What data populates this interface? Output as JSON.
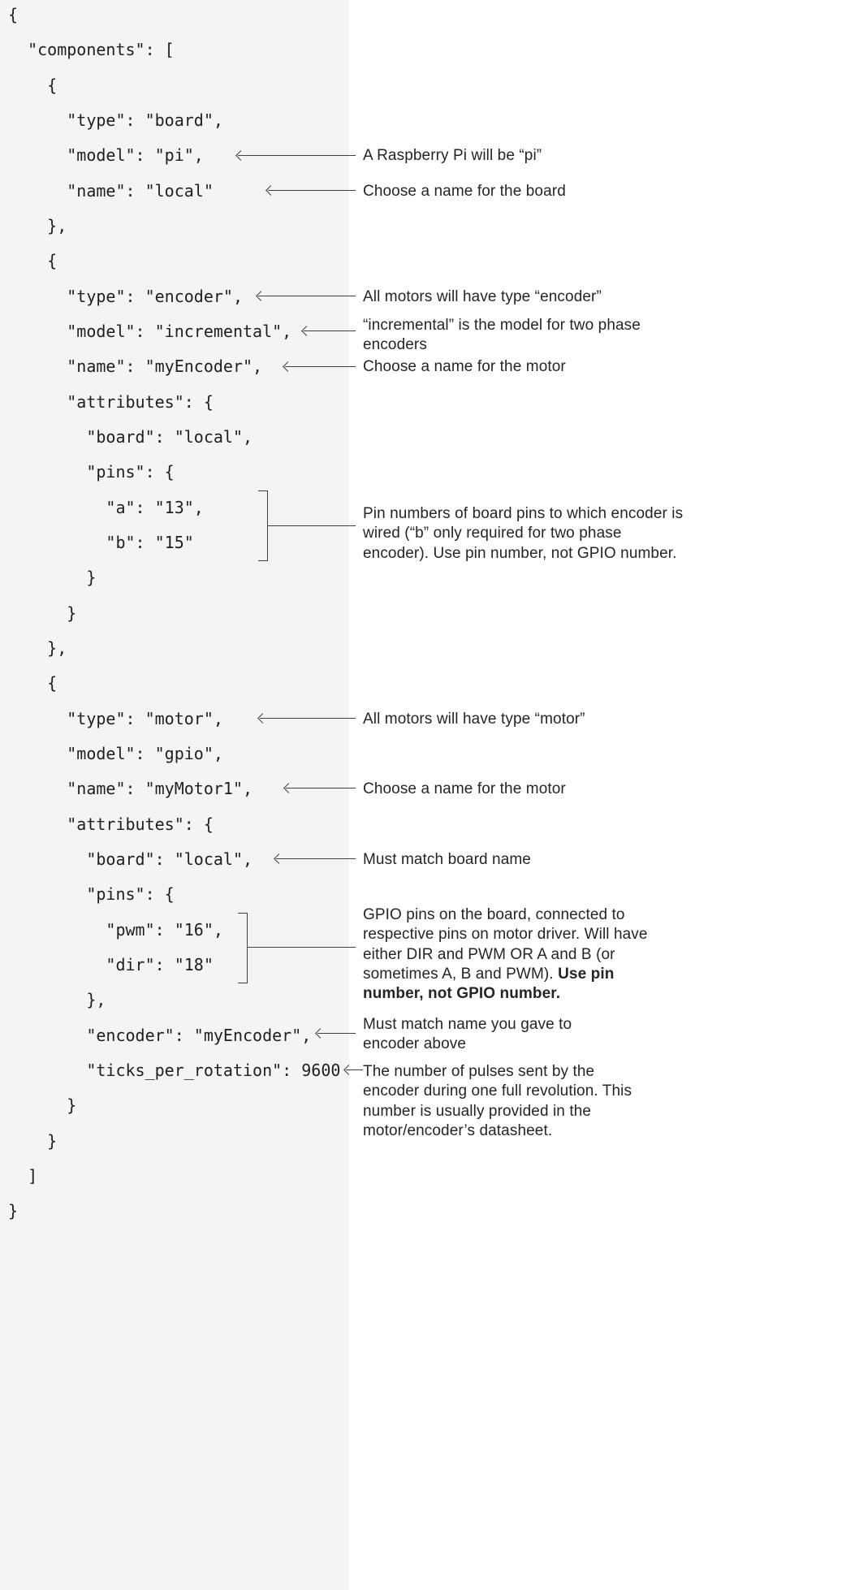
{
  "colors": {
    "panel_background": "#f4f4f4",
    "page_background": "#ffffff",
    "code_text": "#1f1f1f",
    "annotation_text": "#252525",
    "arrow_line": "#3f3f3f"
  },
  "code": {
    "language": "json",
    "lines": [
      {
        "text": "{"
      },
      {
        "text": "  \"components\": ["
      },
      {
        "text": "    {"
      },
      {
        "text": "      \"type\": \"board\","
      },
      {
        "text": "      \"model\": \"pi\","
      },
      {
        "text": "      \"name\": \"local\""
      },
      {
        "text": "    },"
      },
      {
        "text": "    {"
      },
      {
        "text": "      \"type\": \"encoder\","
      },
      {
        "text": "      \"model\": \"incremental\","
      },
      {
        "text": "      \"name\": \"myEncoder\","
      },
      {
        "text": "      \"attributes\": {"
      },
      {
        "text": "        \"board\": \"local\","
      },
      {
        "text": "        \"pins\": {"
      },
      {
        "text": "          \"a\": \"13\","
      },
      {
        "text": "          \"b\": \"15\""
      },
      {
        "text": "        }"
      },
      {
        "text": "      }"
      },
      {
        "text": "    },"
      },
      {
        "text": "    {"
      },
      {
        "text": "      \"type\": \"motor\","
      },
      {
        "text": "      \"model\": \"gpio\","
      },
      {
        "text": "      \"name\": \"myMotor1\","
      },
      {
        "text": "      \"attributes\": {"
      },
      {
        "text": "        \"board\": \"local\","
      },
      {
        "text": "        \"pins\": {"
      },
      {
        "text": "          \"pwm\": \"16\","
      },
      {
        "text": "          \"dir\": \"18\""
      },
      {
        "text": "        },"
      },
      {
        "text": "        \"encoder\": \"myEncoder\","
      },
      {
        "text": "        \"ticks_per_rotation\": 9600"
      },
      {
        "text": "      }"
      },
      {
        "text": "    }"
      },
      {
        "text": "  ]"
      },
      {
        "text": "}"
      }
    ]
  },
  "annotations": [
    {
      "text": "A Raspberry Pi will be “pi”"
    },
    {
      "text": "Choose a name for the board"
    },
    {
      "text": "All motors will have type “encoder”"
    },
    {
      "text": "“incremental” is the model for two phase encoders"
    },
    {
      "text": "Choose a name for the motor"
    },
    {
      "text": "Pin numbers of board pins to which encoder is wired (“b” only required for two phase encoder). Use pin number, not GPIO number."
    },
    {
      "text": "All motors will have type “motor”"
    },
    {
      "text": "Choose a name for the motor"
    },
    {
      "text": "Must match board name"
    },
    {
      "text": "GPIO pins on the board, connected to respective pins on motor driver. Will have either DIR and PWM OR A and B (or sometimes A, B and PWM). ",
      "bold": "Use pin number, not GPIO number."
    },
    {
      "text": "Must match name you gave to encoder above"
    },
    {
      "text": "The number of pulses sent by the encoder during one full revolution. This number is usually provided in the motor/encoder’s datasheet."
    }
  ]
}
